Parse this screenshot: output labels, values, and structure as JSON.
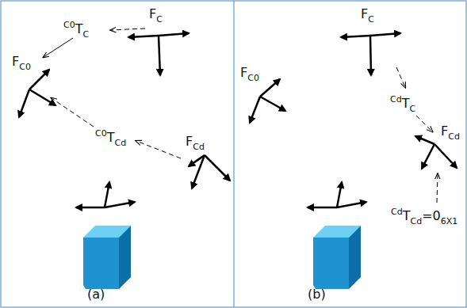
{
  "diagram": {
    "labels": [
      "F",
      "C",
      "C0",
      "T",
      "C",
      "F",
      "C0",
      "C0",
      "T",
      "Cd",
      "F",
      "Cd",
      "(a)",
      "F",
      "C",
      "F",
      "C0",
      "Cd",
      "T",
      "C",
      "F",
      "Cd",
      "Cd",
      "T",
      "Cd",
      "=0",
      "6X1",
      "(b)"
    ]
  }
}
